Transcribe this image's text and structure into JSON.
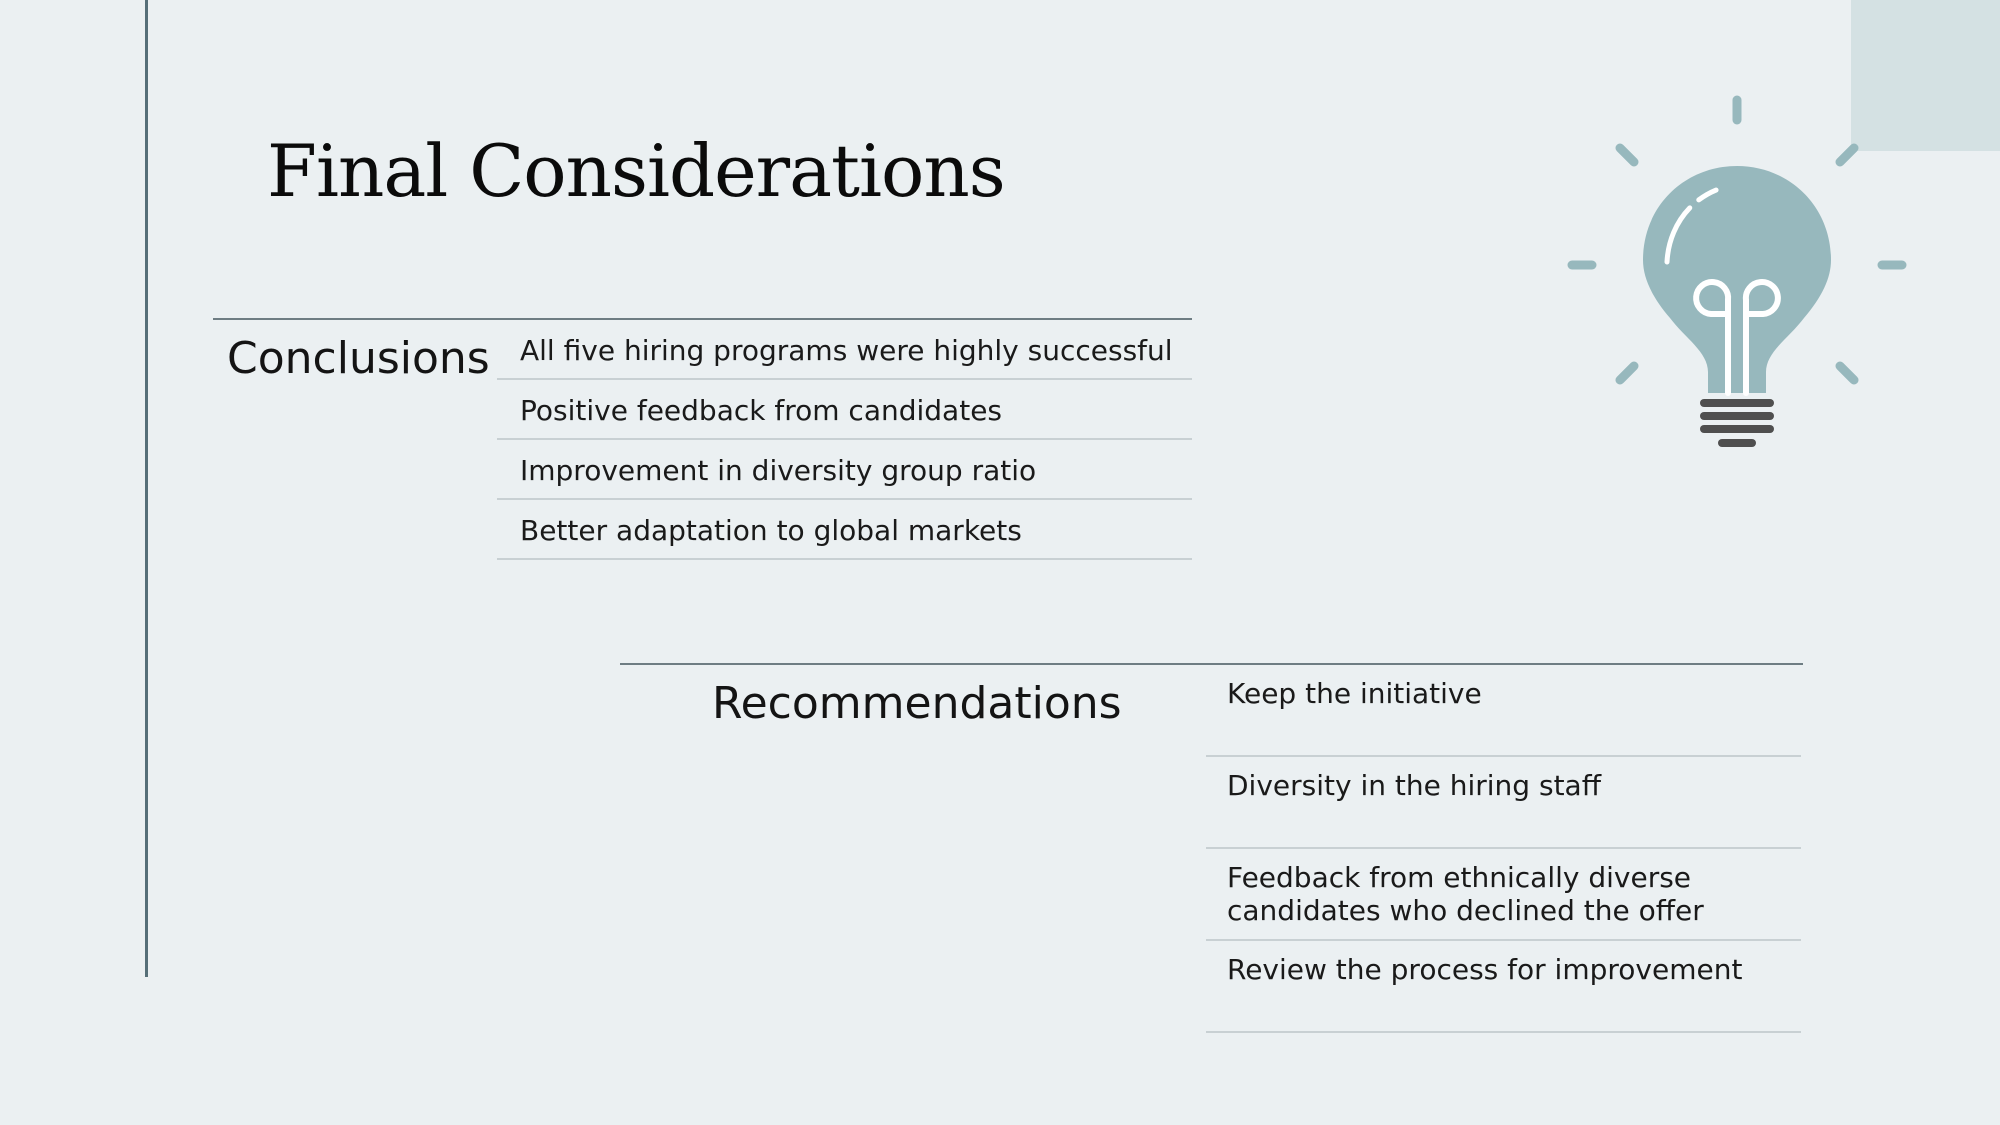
{
  "title": "Final Considerations",
  "conclusions": {
    "heading": "Conclusions",
    "items": [
      "All five hiring programs were highly successful",
      "Positive feedback from candidates",
      "Improvement in diversity group ratio",
      "Better adaptation to global markets"
    ]
  },
  "recommendations": {
    "heading": "Recommendations",
    "items": [
      "Keep the initiative",
      "Diversity in the hiring staff",
      "Feedback from ethnically diverse candidates who declined the offer",
      "Review the process for improvement"
    ]
  },
  "icons": {
    "decoration": "lightbulb-icon"
  },
  "colors": {
    "background": "#ebf0f2",
    "accent_rule": "#566f78",
    "bulb_glass": "#97b8bd",
    "bulb_base": "#4f4f4f",
    "corner_block": "#d4e1e3"
  }
}
